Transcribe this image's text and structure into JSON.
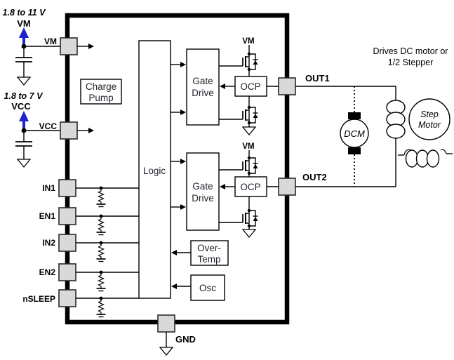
{
  "diagram": {
    "supplies": {
      "vm_range": "1.8 to 11 V",
      "vm_label": "VM",
      "vcc_range": "1.8 to 7 V",
      "vcc_label": "VCC"
    },
    "pins": {
      "vm": "VM",
      "vcc": "VCC",
      "in1": "IN1",
      "en1": "EN1",
      "in2": "IN2",
      "en2": "EN2",
      "nsleep": "nSLEEP",
      "out1": "OUT1",
      "out2": "OUT2",
      "gnd": "GND"
    },
    "blocks": {
      "charge_pump": [
        "Charge",
        "Pump"
      ],
      "logic": "Logic",
      "gate_drive": [
        "Gate",
        "Drive"
      ],
      "ocp": "OCP",
      "over_temp": [
        "Over-",
        "Temp"
      ],
      "osc": "Osc"
    },
    "rails": {
      "vm": "VM"
    },
    "annotation": [
      "Drives DC motor or",
      "1/2 Stepper"
    ],
    "loads": {
      "dc_motor": "DCM",
      "step_motor": [
        "Step",
        "Motor"
      ]
    },
    "colors": {
      "supply_arrow": "#2222cc",
      "pin_fill": "#d9d9d9",
      "block_text": "#23232e",
      "line": "#000000"
    }
  }
}
